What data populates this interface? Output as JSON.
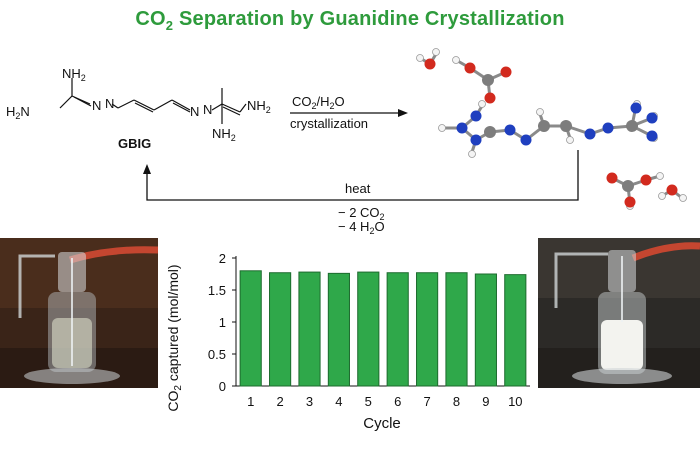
{
  "header": {
    "title_prefix": "CO",
    "title_sub": "2",
    "title_suffix": " Separation by Guanidine Crystallization",
    "title_color": "#2e9b3c"
  },
  "scheme": {
    "compound_label": "GBIG",
    "forward_reagent_main": "CO",
    "forward_reagent_sub1": "2",
    "forward_reagent_mid": "/H",
    "forward_reagent_sub2": "2",
    "forward_reagent_end": "O",
    "forward_condition": "crystallization",
    "reverse_condition": "heat",
    "release_co2": "− 2 CO",
    "release_co2_sub": "2",
    "release_h2o": "− 4 H",
    "release_h2o_sub": "2",
    "release_h2o_end": "O",
    "atom_labels": {
      "nh2": "NH",
      "nh2_sub": "2",
      "h2n": "H",
      "h2n_sub": "2",
      "h2n_end": "N",
      "n": "N"
    },
    "colors": {
      "carbon": "#8a8a8a",
      "nitrogen": "#1f3fbf",
      "oxygen": "#d22a1e",
      "hydrogen": "#f2f2f2"
    }
  },
  "photos": {
    "left_description_icon": "gas-washing-bottle-clear-solution",
    "right_description_icon": "gas-washing-bottle-white-precipitate"
  },
  "chart_data": {
    "type": "bar",
    "categories": [
      "1",
      "2",
      "3",
      "4",
      "5",
      "6",
      "7",
      "8",
      "9",
      "10"
    ],
    "values": [
      1.8,
      1.77,
      1.78,
      1.76,
      1.78,
      1.77,
      1.77,
      1.77,
      1.75,
      1.74
    ],
    "xlabel": "Cycle",
    "ylabel_main": "CO",
    "ylabel_sub": "2",
    "ylabel_end": " captured (mol/mol)",
    "ylim": [
      0,
      2
    ],
    "yticks": [
      "0",
      "0.5",
      "1",
      "1.5",
      "2"
    ],
    "ytick_values": [
      0,
      0.5,
      1,
      1.5,
      2
    ],
    "bar_color": "#2fa84a",
    "bar_edge": "#1d6b2e",
    "grid": false
  }
}
